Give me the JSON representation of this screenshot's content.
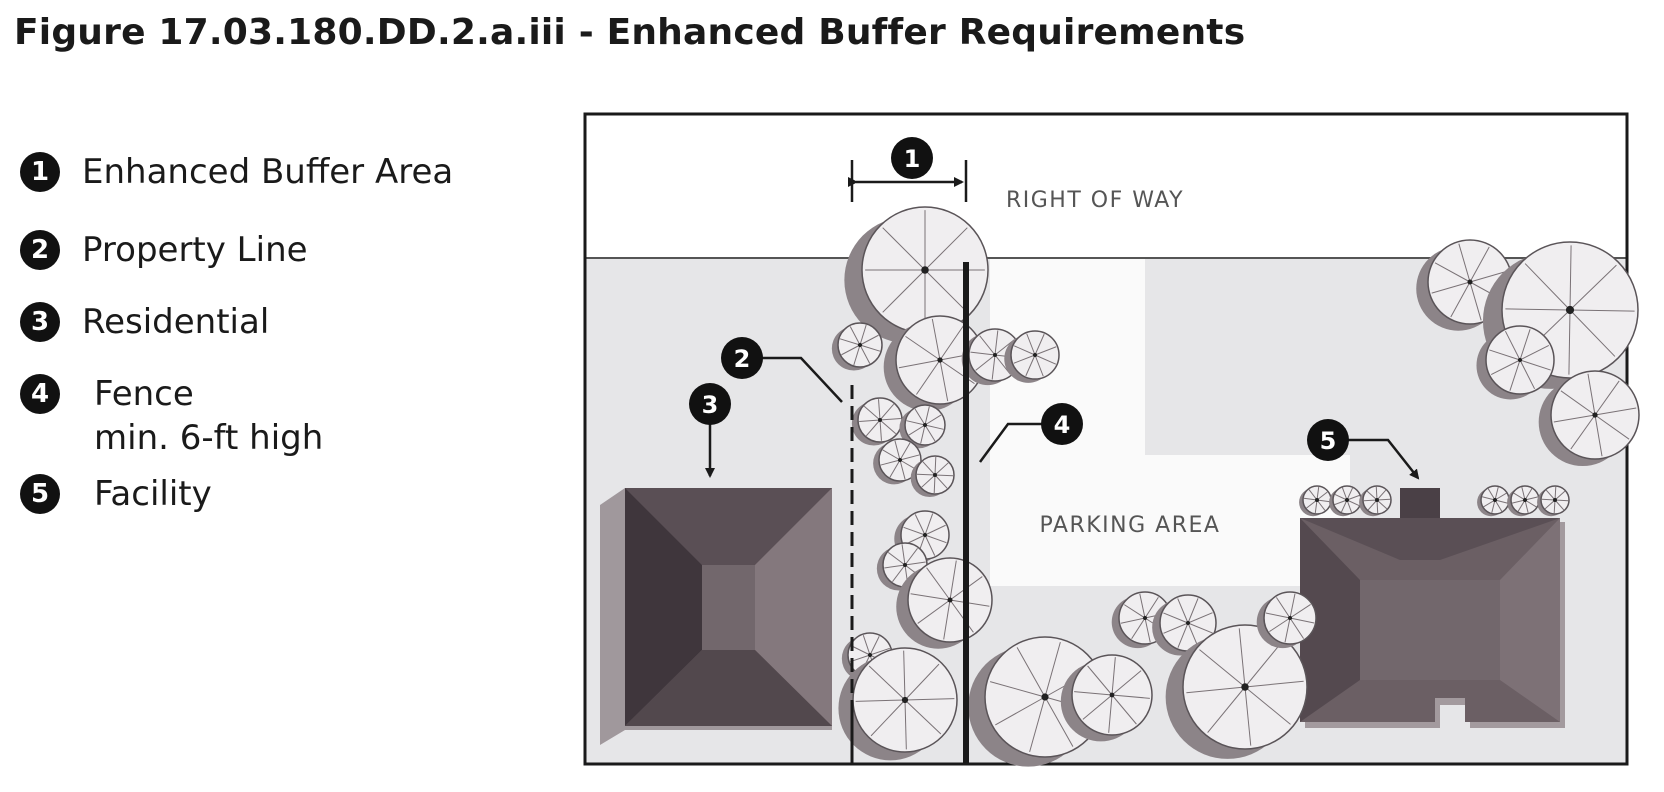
{
  "title": "Figure 17.03.180.DD.2.a.iii - Enhanced Buffer Requirements",
  "legend": [
    {
      "num": "1",
      "label": "Enhanced Buffer Area"
    },
    {
      "num": "2",
      "label": "Property Line"
    },
    {
      "num": "3",
      "label": "Residential"
    },
    {
      "num": "4",
      "label": "Fence",
      "label2": "min. 6-ft high"
    },
    {
      "num": "5",
      "label": "Facility"
    }
  ],
  "diagram": {
    "right_of_way_label": "RIGHT OF WAY",
    "parking_label": "PARKING AREA",
    "callouts": [
      "1",
      "2",
      "3",
      "4",
      "5"
    ]
  },
  "colors": {
    "right_of_way": "#ffffff",
    "lot": "#e6e6e8",
    "parking": "#fafafa",
    "building": "#6b5f64",
    "building_dark": "#463c42",
    "tree_fill": "#f0eef0",
    "tree_shadow": "#8c8488",
    "outline": "#1a1a1a"
  }
}
